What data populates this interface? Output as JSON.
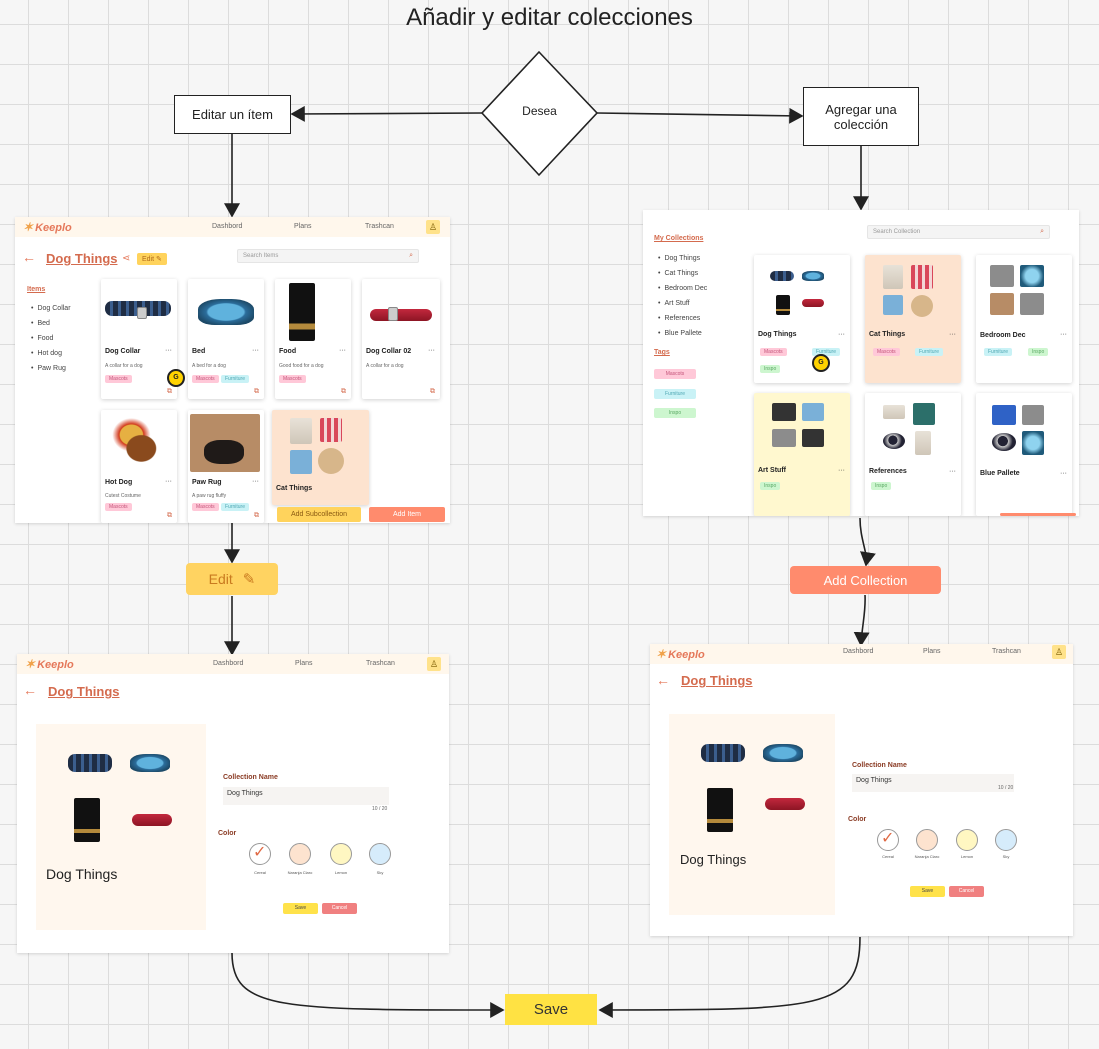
{
  "title": "Añadir y editar colecciones",
  "flow": {
    "decision": "Desea",
    "left_option": "Editar un ítem",
    "right_option": "Agregar una colección",
    "edit_label": "Edit",
    "add_collection_label": "Add Collection",
    "save_label": "Save"
  },
  "colors": {
    "accent": "#d46b4e",
    "edit_pill": "#ffd361",
    "add_pill": "#ff8b6d",
    "save_pill": "#ffe243"
  },
  "screen_items": {
    "logo": "Keeplo",
    "nav": [
      "Dashbord",
      "Plans",
      "Trashcan"
    ],
    "page_title": "Dog Things",
    "edit_chip": "Edit",
    "search_placeholder": "Search Items",
    "sidebar_heading": "Items",
    "sidebar_items": [
      "Dog Collar",
      "Bed",
      "Food",
      "Hot dog",
      "Paw Rug"
    ],
    "cards": [
      {
        "name": "Dog Collar",
        "desc": "A collar for a dog",
        "tags": [
          "Mascots"
        ]
      },
      {
        "name": "Bed",
        "desc": "A bed for a dog",
        "tags": [
          "Mascots",
          "Furniture"
        ]
      },
      {
        "name": "Food",
        "desc": "Good food for a dog",
        "tags": [
          "Mascots"
        ]
      },
      {
        "name": "Dog Collar 02",
        "desc": "A collar for a dog",
        "tags": []
      },
      {
        "name": "Hot Dog",
        "desc": "Cutest Costume",
        "tags": [
          "Mascots"
        ]
      },
      {
        "name": "Paw Rug",
        "desc": "A paw rug fluffy",
        "tags": [
          "Mascots",
          "Furniture"
        ]
      },
      {
        "name": "Cat Things",
        "desc": "",
        "tags": []
      }
    ],
    "add_subcollection": "Add Subcollection",
    "add_item": "Add Item",
    "cursor_label": "G"
  },
  "screen_collections": {
    "search_placeholder": "Search Collection",
    "sidebar_heading": "My Collections",
    "sidebar_items": [
      "Dog Things",
      "Cat Things",
      "Bedroom Dec",
      "Art Stuff",
      "References",
      "Blue Pallete"
    ],
    "tags_heading": "Tags",
    "tags": [
      "Mascots",
      "Furniture",
      "Inspo"
    ],
    "cards": [
      {
        "name": "Dog Things",
        "tags": [
          "Mascots",
          "Furniture",
          "Inspo"
        ],
        "bg": "#ffffff"
      },
      {
        "name": "Cat Things",
        "tags": [
          "Mascots",
          "Furniture"
        ],
        "bg": "#fde3cf"
      },
      {
        "name": "Bedroom Dec",
        "tags": [
          "Furniture",
          "Inspo"
        ],
        "bg": "#ffffff"
      },
      {
        "name": "Art Stuff",
        "tags": [
          "Inspo"
        ],
        "bg": "#fff8cf"
      },
      {
        "name": "References",
        "tags": [
          "Inspo"
        ],
        "bg": "#ffffff"
      },
      {
        "name": "Blue Pallete",
        "tags": [],
        "bg": "#ffffff"
      }
    ],
    "cursor_label": "G"
  },
  "edit_form": {
    "logo": "Keeplo",
    "nav": [
      "Dashbord",
      "Plans",
      "Trashcan"
    ],
    "page_title": "Dog Things",
    "preview_title": "Dog Things",
    "field_label": "Collection Name",
    "field_value": "Dog Things",
    "counter": "10 / 20",
    "color_label": "Color",
    "swatches": [
      {
        "name": "Cereal",
        "color": "#ffffff",
        "selected": true
      },
      {
        "name": "Naranja Claro",
        "color": "#fde3cf",
        "selected": false
      },
      {
        "name": "Lemon",
        "color": "#fff7c2",
        "selected": false
      },
      {
        "name": "Sky",
        "color": "#d6ecfb",
        "selected": false
      }
    ],
    "save": "Save",
    "cancel": "Cancel"
  }
}
